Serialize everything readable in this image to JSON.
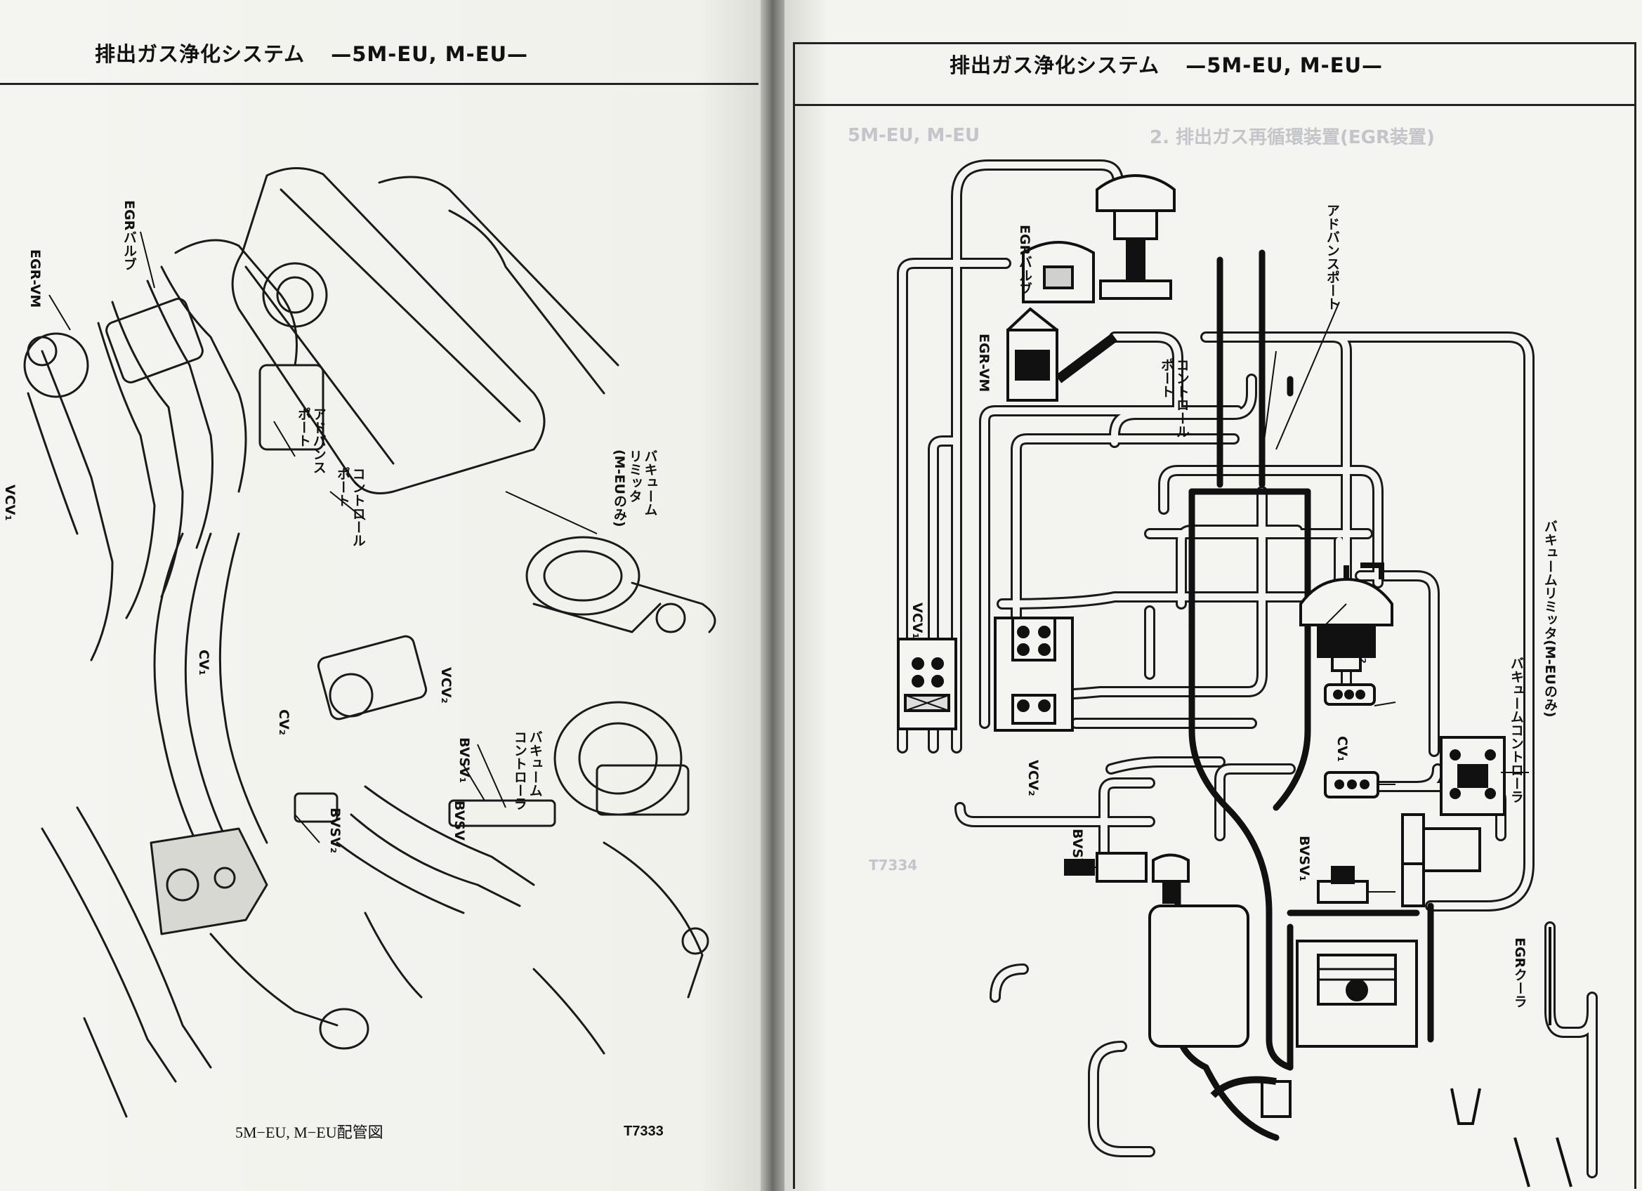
{
  "left_page": {
    "header": {
      "title": "排出ガス浄化システム",
      "subtitle": "—5M-EU, M-EU—"
    },
    "labels": {
      "egr_vm": "EGR-VM",
      "egr_valve": "EGRバルブ",
      "vcv1": "VCV₁",
      "advance_port": "アドバンス\nポート",
      "control_port": "コントロール\nポート",
      "vacuum_limiter": "バキューム\nリミッタ\n(M-EUのみ)",
      "cv1": "CV₁",
      "cv2": "CV₂",
      "vcv2": "VCV₂",
      "bvsv1": "BVSV₁",
      "vacuum_controller": "バキューム\nコントローラ",
      "bvsv": "BVSV",
      "bvsv2": "BVSV₂"
    },
    "caption": "5M−EU, M−EU配管図",
    "figure_code": "T7333"
  },
  "right_page": {
    "header": {
      "title": "排出ガス浄化システム",
      "subtitle": "—5M-EU, M-EU—"
    },
    "labels": {
      "egr_valve": "EGRバルブ",
      "advance_port": "アドバンスポート",
      "egr_vm": "EGR-VM",
      "control_port": "コントロール\nポート",
      "vacuum_limiter": "バキュームリミッタ(M-EUのみ)",
      "vcv1": "VCV₁",
      "vcv2": "VCV₂",
      "cv2": "CV₂",
      "cv1": "CV₁",
      "vacuum_controller": "バキュームコントローラ",
      "bvsv2": "BVSV₂",
      "bvsv1": "BVSV₁",
      "egr_cooler": "EGRクーラ"
    },
    "bleed_through": {
      "line1": "2. 排出ガス再循環装置(EGR装置)",
      "line2": "5M-EU, M-EU",
      "code": "T7334"
    }
  }
}
